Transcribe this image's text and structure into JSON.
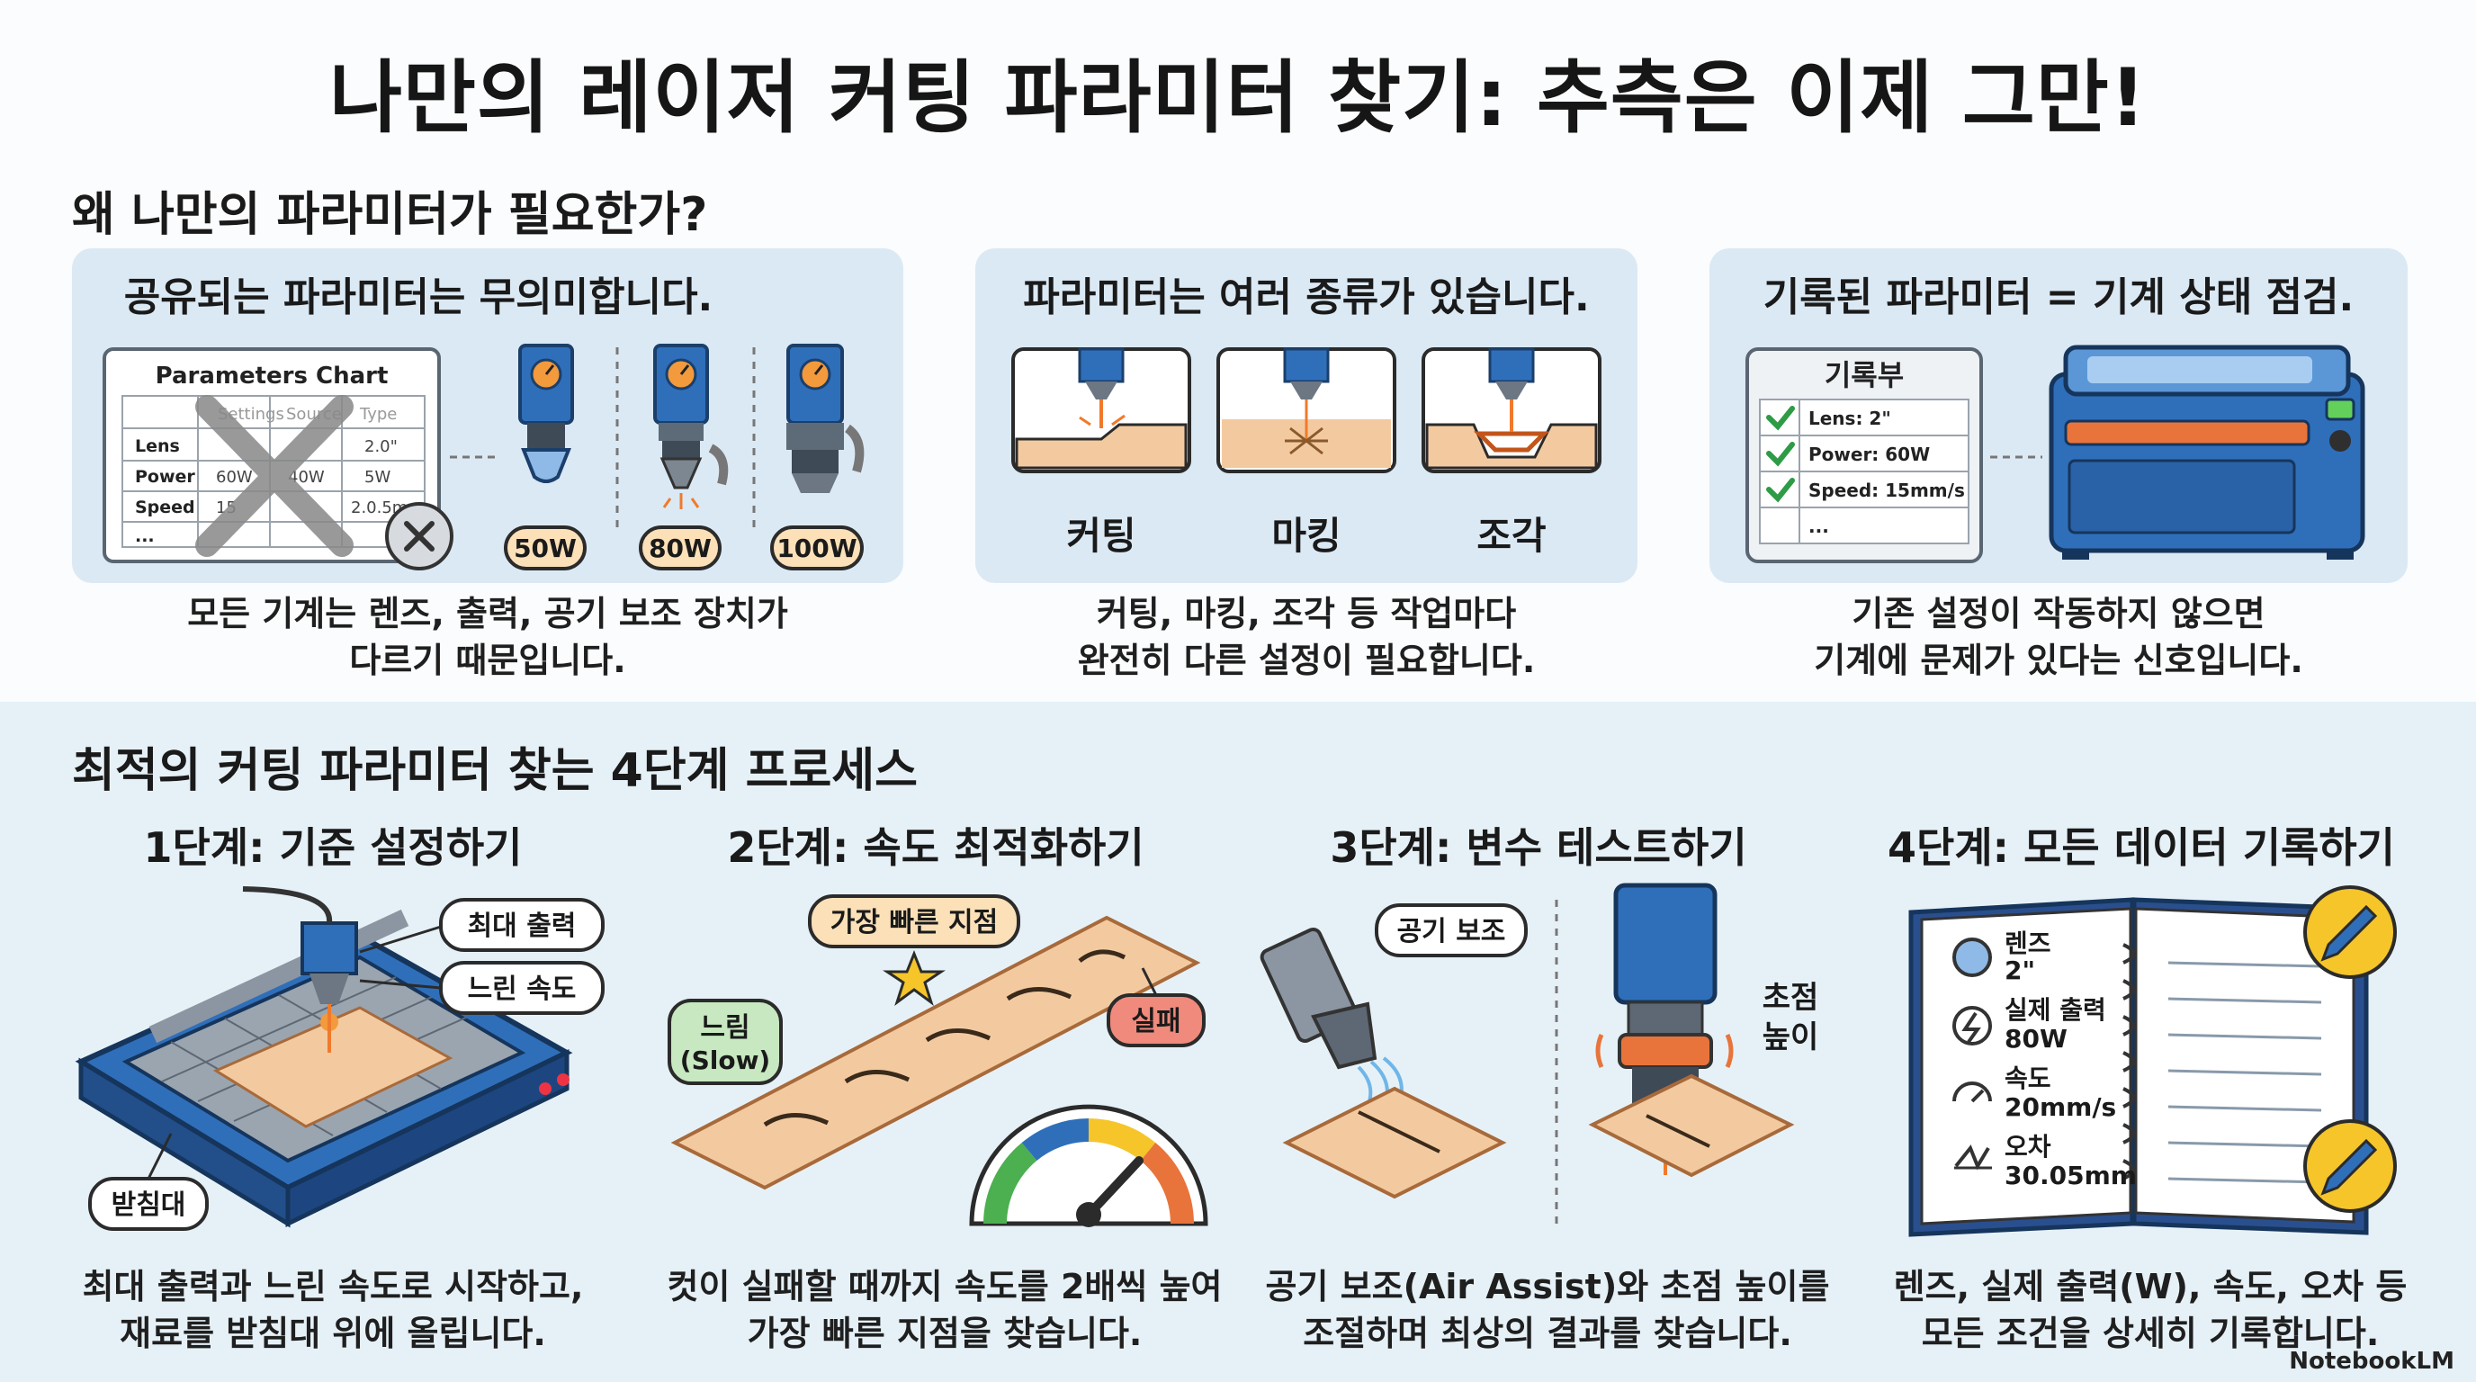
{
  "title": "나만의 레이저 커팅 파라미터 찾기: 추측은 이제 그만!",
  "why_section": {
    "heading": "왜 나만의 파라미터가 필요한가?",
    "panels": [
      {
        "title": "공유되는 파라미터는 무의미합니다.",
        "chart": {
          "title": "Parameters Chart",
          "headers": [
            "",
            "Settings",
            "Source",
            "Type"
          ],
          "rows": [
            [
              "Lens",
              "",
              "",
              "2.0\""
            ],
            [
              "Power",
              "60W",
              "40W",
              "5W"
            ],
            [
              "Speed",
              "15",
              "",
              "2.0.5mm"
            ],
            [
              "...",
              "",
              "",
              ""
            ]
          ]
        },
        "heads": [
          "50W",
          "80W",
          "100W"
        ],
        "caption": [
          "모든 기계는 렌즈, 출력, 공기 보조 장치가",
          "다르기 때문입니다."
        ]
      },
      {
        "title": "파라미터는 여러 종류가 있습니다.",
        "types": [
          "커팅",
          "마킹",
          "조각"
        ],
        "caption": [
          "커팅, 마킹, 조각 등 작업마다",
          "완전히 다른 설정이 필요합니다."
        ]
      },
      {
        "title": "기록된 파라미터 = 기계 상태 점검.",
        "log": {
          "title": "기록부",
          "items": [
            "Lens: 2\"",
            "Power: 60W",
            "Speed: 15mm/s",
            "..."
          ]
        },
        "caption": [
          "기존 설정이 작동하지 않으면",
          "기계에 문제가 있다는 신호입니다."
        ]
      }
    ]
  },
  "process": {
    "heading": "최적의 커팅 파라미터 찾는 4단계 프로세스",
    "steps": [
      {
        "title": "1단계: 기준 설정하기",
        "labels": [
          "최대 출력",
          "느린 속도",
          "받침대"
        ],
        "caption": [
          "최대 출력과 느린 속도로 시작하고,",
          "재료를 받침대 위에 올립니다."
        ]
      },
      {
        "title": "2단계: 속도 최적화하기",
        "labels": [
          "가장 빠른 지점",
          "느림",
          "(Slow)",
          "실패"
        ],
        "caption": [
          "컷이 실패할 때까지 속도를 2배씩 높여",
          "가장 빠른 지점을 찾습니다."
        ]
      },
      {
        "title": "3단계: 변수 테스트하기",
        "labels": [
          "공기 보조",
          "초점",
          "높이"
        ],
        "caption": [
          "공기 보조(Air Assist)와 초점 높이를",
          "조절하며 최상의 결과를 찾습니다."
        ]
      },
      {
        "title": "4단계: 모든 데이터 기록하기",
        "entries": [
          {
            "label": "렌즈",
            "value": "2\""
          },
          {
            "label": "실제 출력",
            "value": "80W"
          },
          {
            "label": "속도",
            "value": "20mm/s"
          },
          {
            "label": "오차",
            "value": "30.05mm"
          }
        ],
        "caption": [
          "렌즈, 실제 출력(W), 속도, 오차 등",
          "모든 조건을 상세히 기록합니다."
        ]
      }
    ]
  },
  "brand": "NotebookLM",
  "colors": {
    "panel": "#dbe9f4",
    "accent_blue": "#2f6fba",
    "orange": "#e8743b",
    "wood": "#f3caa0",
    "bottom_bg": "#e6f1f7"
  }
}
